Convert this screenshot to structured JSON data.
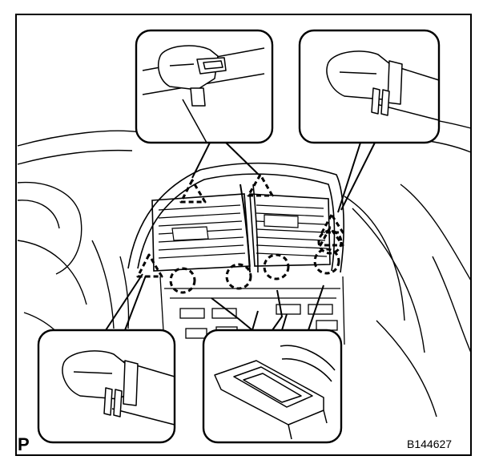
{
  "figure": {
    "corner_label": "P",
    "figure_code": "B144627"
  },
  "colors": {
    "ink": "#000000",
    "paper": "#ffffff"
  },
  "callouts": [
    {
      "name": "top-center-clip-callout",
      "clip": "claw-clip"
    },
    {
      "name": "top-right-clip-callout",
      "clip": "claw-clip"
    },
    {
      "name": "bottom-left-clip-callout",
      "clip": "claw-clip"
    },
    {
      "name": "bottom-center-clip-callout",
      "clip": "flat-tab-clip"
    }
  ],
  "markers": {
    "triangles": 5,
    "circles": 5
  }
}
